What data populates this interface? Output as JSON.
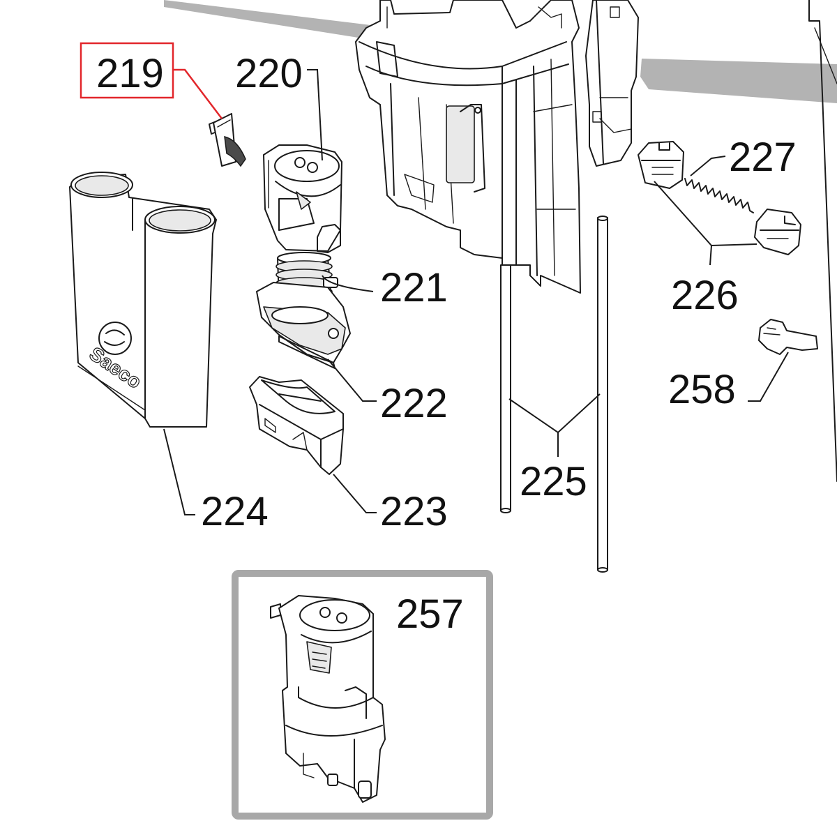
{
  "diagram": {
    "labels": {
      "p219": "219",
      "p220": "220",
      "p221": "221",
      "p222": "222",
      "p223": "223",
      "p224": "224",
      "p225": "225",
      "p226": "226",
      "p227": "227",
      "p257": "257",
      "p258": "258"
    },
    "logo_text": "Saeco",
    "highlighted_part": "219",
    "colors": {
      "highlight": "#e2262b",
      "inset_frame": "#a8a8a8",
      "grey_bar": "#b3b3b3",
      "line": "#1a1a1a"
    }
  }
}
